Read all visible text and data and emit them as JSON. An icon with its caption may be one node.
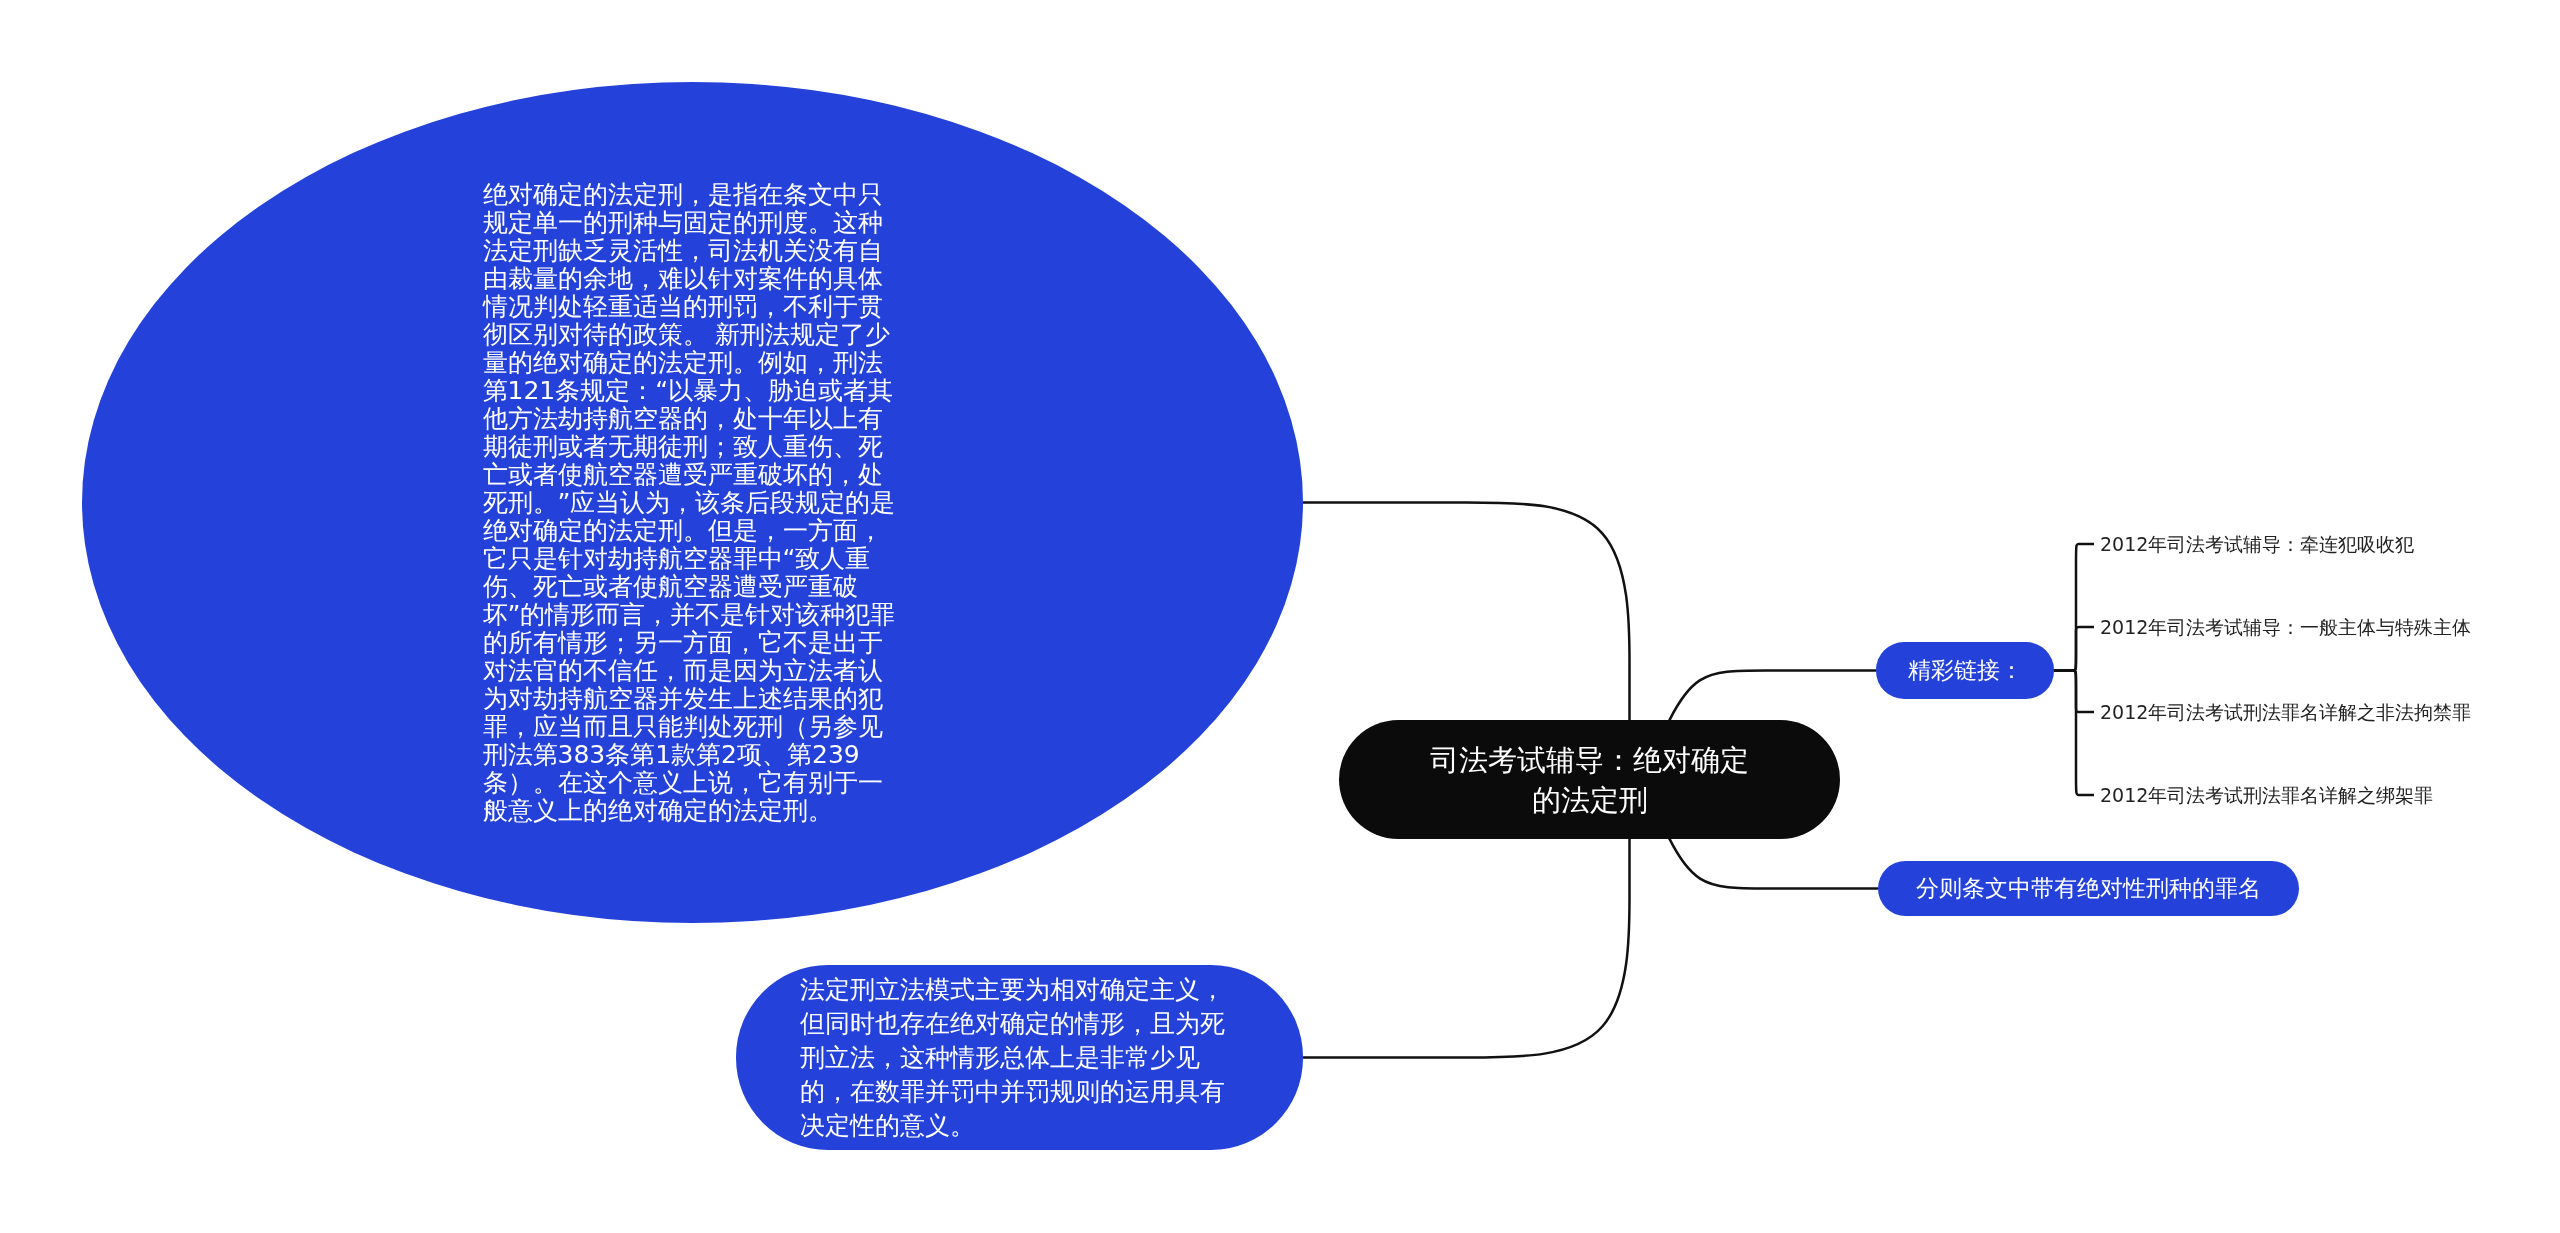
{
  "diagram": {
    "nodes": [
      {
        "text": [
          "司法考试辅导：绝对确定的法定刑"
        ]
      },
      {
        "text": [
          "绝对确定的法定刑，是指在条文中只规定单一的刑种与固定的刑度。这种法定刑缺乏灵活性，司法机关没有自由裁量的余地，难以针对案件的具体情况判处轻重适当的刑罚，不利于贯彻区别对待的政策。 新刑法规定了少量的绝对确定的法定刑。例如，刑法第121条规定：“以暴力、胁迫或者其他方法劫持航空器的，处十年以上有期徒刑或者无期徒刑；致人重伤、死亡或者使航空器遭受严重破坏的，处死刑。”应当认为，该条后段规定的是绝对确定的法定刑。但是，一方面，它只是针对劫持航空器罪中“致人重伤、死亡或者使航空器遭受严重破坏”的情形而言，并不是针对该种犯罪的所有情形；另一方面，它不是出于对法官的不信任，而是因为立法者认为对劫持航空器并发生上述结果的犯罪，应当而且只能判处死刑（另参见刑法第383条第1款第2项、第239条）。在这个意义上说，它有别于一般意义上的绝对确定的法定刑。"
        ]
      },
      {
        "text": [
          "法定刑立法模式主要为相对确定主义，但同时也存在绝对确定的情形，且为死刑立法，这种情形总体上是非常少见的，在数罪并罚中并罚规则的运用具有决定性的意义。"
        ]
      },
      {
        "text": [
          "精彩链接："
        ]
      },
      {
        "text": [
          "2012年司法考试辅导：牵连犯吸收犯"
        ]
      },
      {
        "text": [
          "2012年司法考试辅导：一般主体与特殊主体"
        ]
      },
      {
        "text": [
          "2012年司法考试刑法罪名详解之非法拘禁罪"
        ]
      },
      {
        "text": [
          "2012年司法考试刑法罪名详解之绑架罪"
        ]
      },
      {
        "text": [
          "分则条文中带有绝对性刑种的罪名"
        ]
      }
    ],
    "edges": [
      {
        "from": 0,
        "to": 1,
        "arrow": "none"
      },
      {
        "from": 0,
        "to": 2,
        "arrow": "none"
      },
      {
        "from": 0,
        "to": 3,
        "arrow": "none"
      },
      {
        "from": 0,
        "to": 8,
        "arrow": "none"
      },
      {
        "from": 3,
        "to": 4,
        "arrow": "none"
      },
      {
        "from": 3,
        "to": 5,
        "arrow": "none"
      },
      {
        "from": 3,
        "to": 6,
        "arrow": "none"
      },
      {
        "from": 3,
        "to": 7,
        "arrow": "none"
      }
    ]
  }
}
